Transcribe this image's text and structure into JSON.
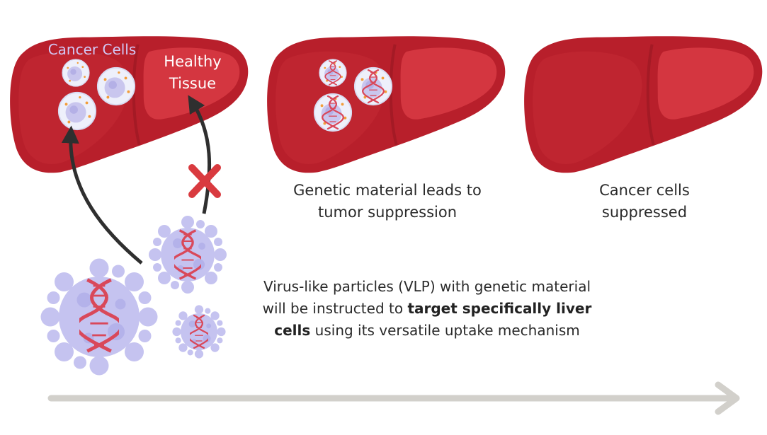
{
  "labels": {
    "cancer_cells": "Cancer Cells",
    "healthy_tissue_line1": "Healthy",
    "healthy_tissue_line2": "Tissue"
  },
  "captions": {
    "step2_line1": "Genetic material leads to",
    "step2_line2": "tumor suppression",
    "step3_line1": "Cancer cells",
    "step3_line2": "suppressed"
  },
  "vlp_description": {
    "line1": "Virus-like particles (VLP) with genetic material",
    "line2_plain": "will be instructed to ",
    "line2_bold": "target specifically liver",
    "line3_bold": "cells",
    "line3_plain": " using its versatile uptake mechanism"
  },
  "colors": {
    "liver": "#b81f2b",
    "liver_light": "#d83b44",
    "liver_dark": "#8f1620",
    "virus": "#c5c3f0",
    "virus_dark": "#a9a6e6",
    "dna": "#d9485a",
    "cancer_label": "#d2c8f5",
    "arrow": "#2f2f2f",
    "cross": "#d93a3f",
    "timeline": "#d2d0cb"
  },
  "icons": {
    "rejection": "cross-icon",
    "timeline": "arrow-right-icon"
  }
}
